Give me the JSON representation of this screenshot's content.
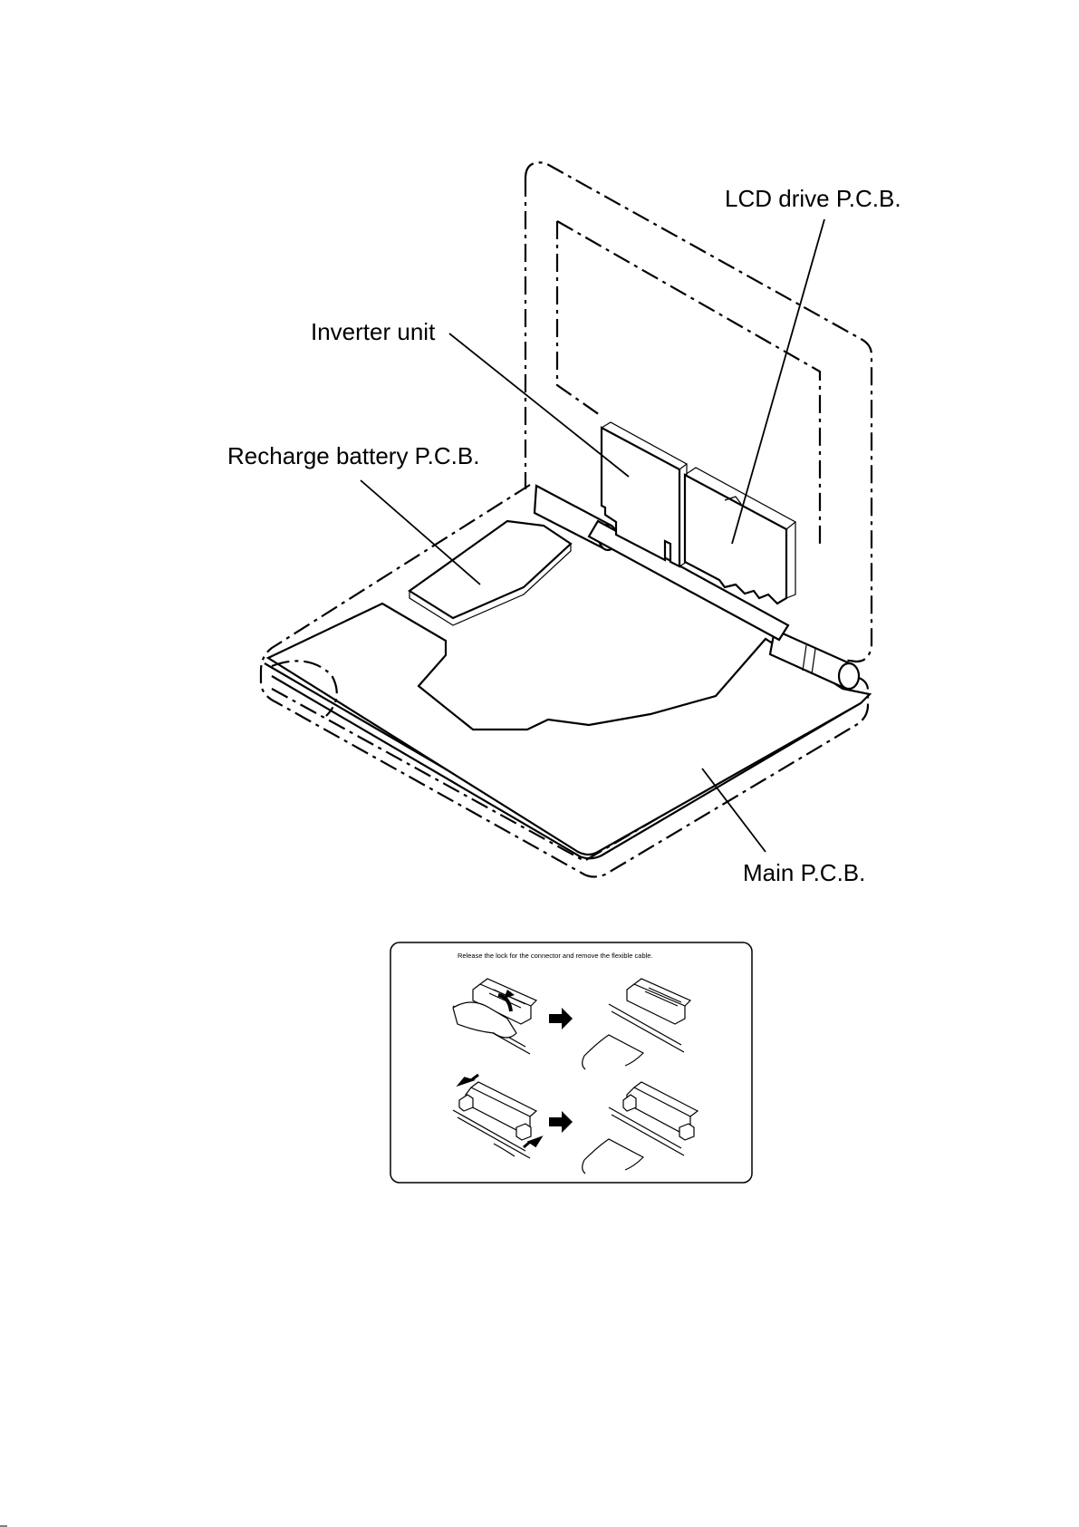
{
  "labels": {
    "lcd_drive": "LCD drive P.C.B.",
    "inverter": "Inverter unit",
    "recharge": "Recharge battery P.C.B.",
    "main_pcb": "Main P.C.B."
  },
  "inset": {
    "title": "Release the lock for the connector and remove the flexible cable."
  }
}
